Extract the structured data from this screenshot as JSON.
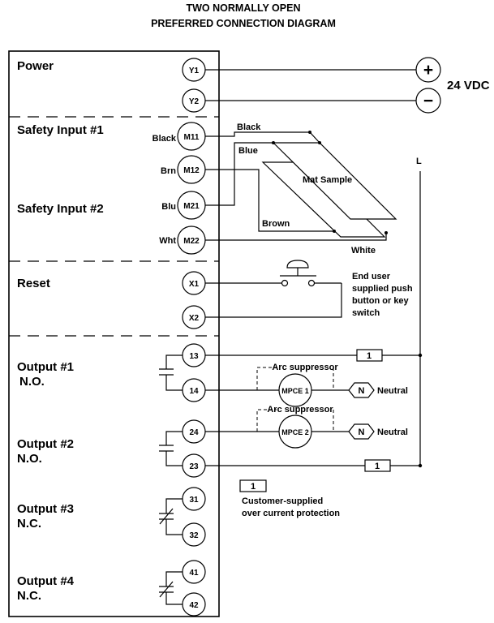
{
  "title": {
    "line1": "TWO NORMALLY OPEN",
    "line2": "PREFERRED CONNECTION DIAGRAM"
  },
  "sections": {
    "power": "Power",
    "safety1": "Safety Input #1",
    "safety2": "Safety Input #2",
    "reset": "Reset",
    "out1": {
      "line1": "Output #1",
      "line2": "N.O."
    },
    "out2": {
      "line1": "Output #2",
      "line2": "N.O."
    },
    "out3": {
      "line1": "Output #3",
      "line2": "N.C."
    },
    "out4": {
      "line1": "Output  #4",
      "line2": "N.C."
    }
  },
  "terminals": {
    "y1": "Y1",
    "y2": "Y2",
    "m11": "M11",
    "m12": "M12",
    "m21": "M21",
    "m22": "M22",
    "x1": "X1",
    "x2": "X2",
    "t13": "13",
    "t14": "14",
    "t24": "24",
    "t23": "23",
    "t31": "31",
    "t32": "32",
    "t41": "41",
    "t42": "42"
  },
  "wire_colors": {
    "black": "Black",
    "brn": "Brn",
    "blu": "Blu",
    "wht": "Wht"
  },
  "mat": {
    "black": "Black",
    "blue": "Blue",
    "brown": "Brown",
    "white": "White",
    "sample": "Mat Sample"
  },
  "supply": {
    "plus": "+",
    "minus": "−",
    "voltage": "24 VDC"
  },
  "reset_note": {
    "line1": "End user",
    "line2": "supplied push",
    "line3": "button or key",
    "line4": "switch"
  },
  "outputs": {
    "arc1": "Arc suppressor",
    "arc2": "Arc suppressor",
    "mpce1": "MPCE 1",
    "mpce2": "MPCE 2",
    "n1": "N",
    "n2": "N",
    "neutral1": "Neutral",
    "neutral2": "Neutral",
    "line": "L",
    "fuse1": "1",
    "fuse2": "1"
  },
  "legend": {
    "box": "1",
    "line1": "Customer-supplied",
    "line2": "over current protection"
  }
}
